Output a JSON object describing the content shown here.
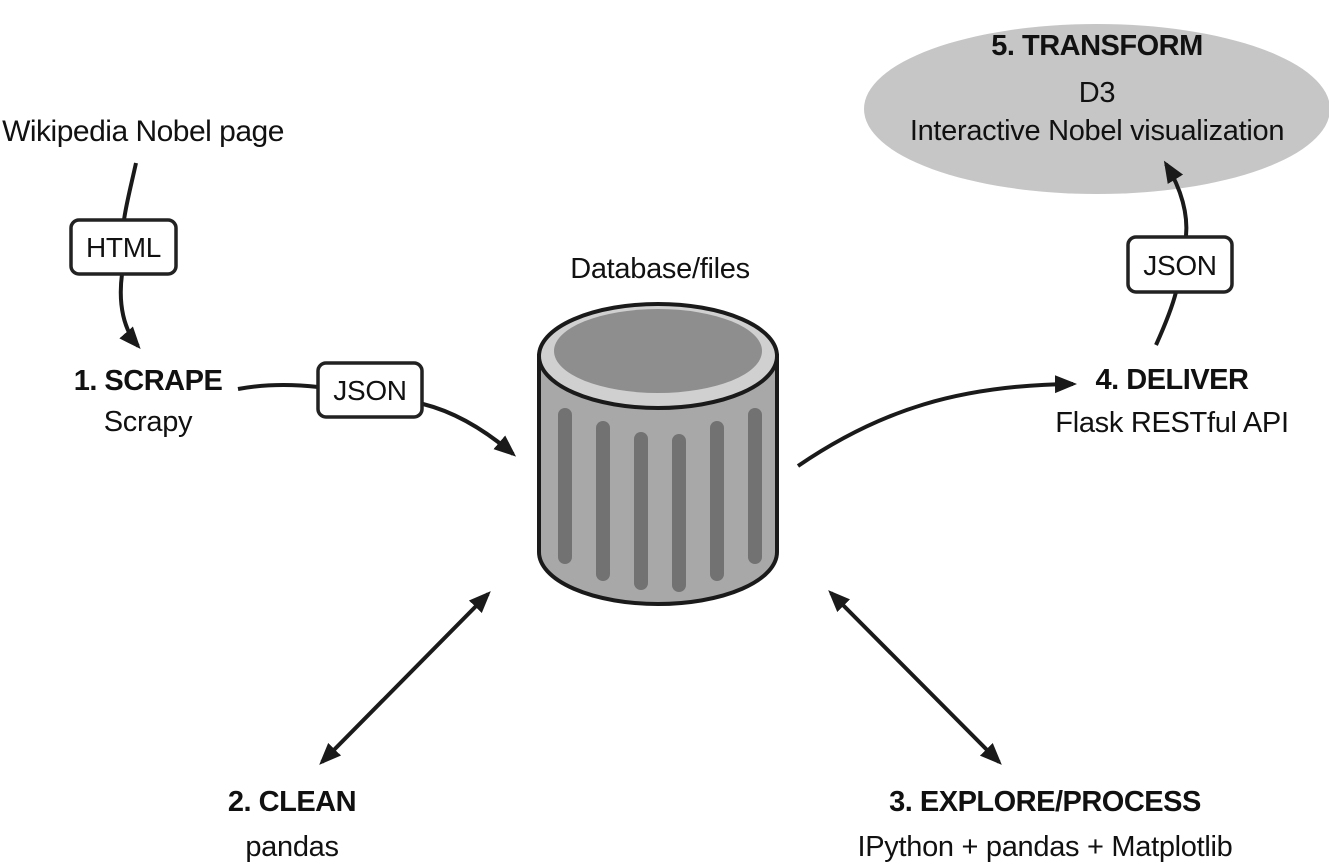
{
  "source": {
    "label": "Wikipedia Nobel page"
  },
  "database": {
    "label": "Database/files"
  },
  "steps": [
    {
      "id": "scrape",
      "title": "1. SCRAPE",
      "tool": "Scrapy"
    },
    {
      "id": "clean",
      "title": "2. CLEAN",
      "tool": "pandas"
    },
    {
      "id": "explore",
      "title": "3. EXPLORE/PROCESS",
      "tool": "IPython + pandas + Matplotlib"
    },
    {
      "id": "deliver",
      "title": "4. DELIVER",
      "tool": "Flask RESTful API"
    },
    {
      "id": "transform",
      "title": "5. TRANSFORM",
      "tool_line1": "D3",
      "tool_line2": "Interactive Nobel visualization"
    }
  ],
  "tags": {
    "source_to_scrape": "HTML",
    "scrape_to_db": "JSON",
    "deliver_to_transform": "JSON"
  },
  "colors": {
    "ellipse_fill": "#c6c6c6",
    "cylinder_body": "#a8a8a8",
    "cylinder_top": "#d0d0d0",
    "cylinder_top_inner": "#8e8e8e",
    "cylinder_stripes": "#727272",
    "stroke": "#1a1a1a"
  },
  "icons": {
    "database": "database-cylinder-icon"
  }
}
